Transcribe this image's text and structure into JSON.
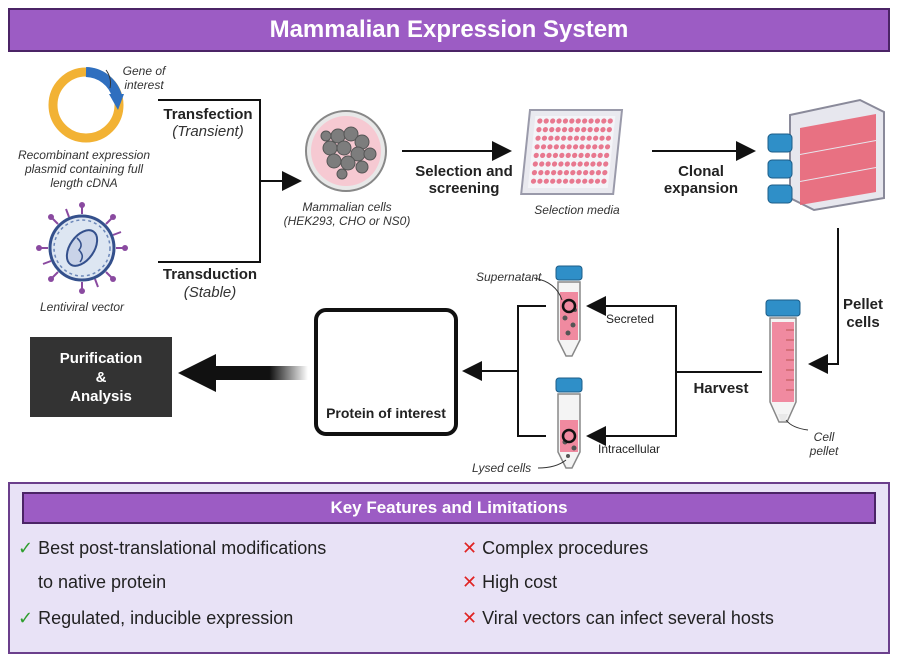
{
  "title": "Mammalian Expression System",
  "plasmid": {
    "gene_label": "Gene of interest",
    "caption": "Recombinant expression plasmid containing full length cDNA"
  },
  "virus": {
    "caption": "Lentiviral vector"
  },
  "transfection": {
    "line1": "Transfection",
    "line2": "(Transient)"
  },
  "transduction": {
    "line1": "Transduction",
    "line2": "(Stable)"
  },
  "cells": {
    "caption": "Mammalian cells (HEK293, CHO or NS0)"
  },
  "selection": {
    "arrow_label_1": "Selection and",
    "arrow_label_2": "screening",
    "caption": "Selection media"
  },
  "clonal": {
    "line1": "Clonal",
    "line2": "expansion"
  },
  "pellet": {
    "line1": "Pellet",
    "line2": "cells",
    "caption_1": "Cell",
    "caption_2": "pellet"
  },
  "harvest": {
    "label": "Harvest",
    "secreted": "Secreted",
    "intracellular": "Intracellular",
    "supernatant": "Supernatant",
    "lysed": "Lysed cells"
  },
  "protein": {
    "label": "Protein of interest"
  },
  "purification": {
    "line1": "Purification",
    "line2": "&",
    "line3": "Analysis"
  },
  "features": {
    "heading": "Key Features and Limitations",
    "pros": [
      {
        "text": "Best post-translational modifications",
        "cont": "to native protein"
      },
      {
        "text": "Regulated, inducible expression"
      }
    ],
    "cons": [
      "Complex procedures",
      "High cost",
      "Viral vectors can infect several hosts"
    ],
    "check_symbol": "✓",
    "cross_symbol": "✕"
  },
  "colors": {
    "accent": "#9c5cc4",
    "check": "#2e9e2e",
    "cross": "#e02424",
    "media_pink": "#f2a9b8",
    "tube_cap": "#2f8fc8"
  }
}
